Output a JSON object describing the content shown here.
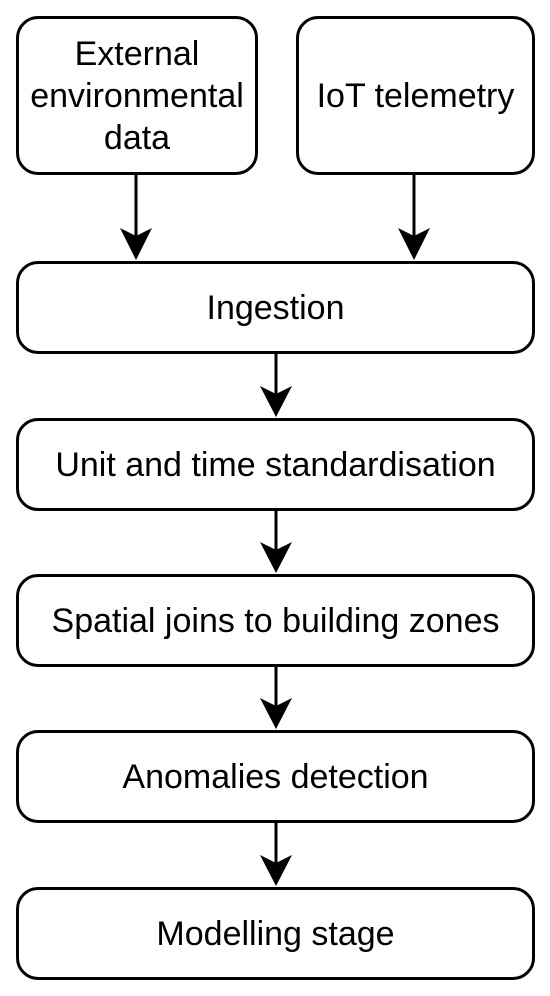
{
  "nodes": {
    "external": "External\nenvironmental\ndata",
    "iot": "IoT telemetry",
    "ingestion": "Ingestion",
    "unit_time": "Unit and time standardisation",
    "spatial": "Spatial joins to building zones",
    "anomalies": "Anomalies detection",
    "modelling": "Modelling stage"
  },
  "edges": [
    {
      "from": "external",
      "to": "ingestion"
    },
    {
      "from": "iot",
      "to": "ingestion"
    },
    {
      "from": "ingestion",
      "to": "unit_time"
    },
    {
      "from": "unit_time",
      "to": "spatial"
    },
    {
      "from": "spatial",
      "to": "anomalies"
    },
    {
      "from": "anomalies",
      "to": "modelling"
    }
  ]
}
